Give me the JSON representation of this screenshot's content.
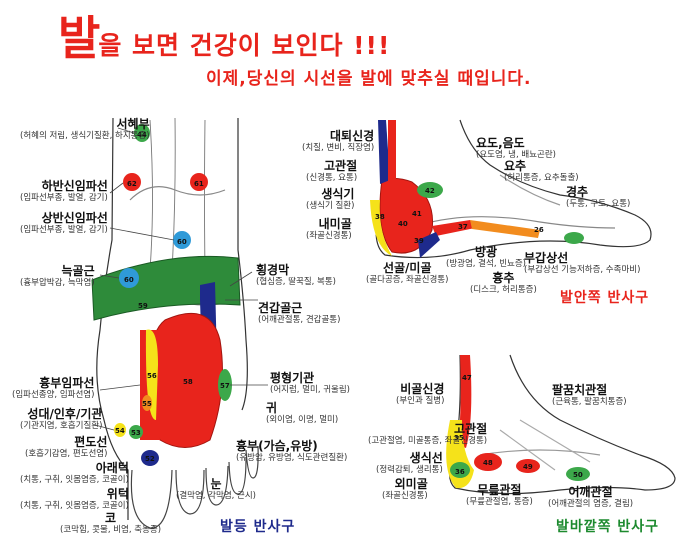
{
  "header": {
    "title_big": "발",
    "title_rest": "을 보면 건강이 보인다 !!!",
    "subtitle": "이제,당신의 시선을 발에 맞추실 때입니다."
  },
  "colors": {
    "red": "#e8241c",
    "green": "#2e8b3a",
    "navy": "#1e2a8c",
    "yellow": "#f5e21a",
    "blue": "#2f9ad8",
    "orange": "#f28c1e"
  },
  "sole": {
    "caption": "발등 반사구",
    "labels": [
      {
        "name": "서혜부",
        "desc": "(허혜의 저림, 생식기질환, 하지통증)"
      },
      {
        "name": "하반신임파선",
        "desc": "(임파선부종, 발열, 감기)"
      },
      {
        "name": "상반신임파선",
        "desc": "(임파선부종, 발열, 감기)"
      },
      {
        "name": "늑골근",
        "desc": "(흉부압박감, 늑막염)"
      },
      {
        "name": "흉부임파선",
        "desc": "(임파선종양, 임파선염)"
      },
      {
        "name": "성대/인후/기관",
        "desc": "(기관지염, 호흡기질환)"
      },
      {
        "name": "편도선",
        "desc": "(호흡기감염, 편도선염)"
      },
      {
        "name": "아래턱",
        "desc": "(치통, 구취, 잇몸염증, 코골이)"
      },
      {
        "name": "위턱",
        "desc": "(치통, 구취, 잇몸염증, 코골이)"
      },
      {
        "name": "코",
        "desc": "(코막힘, 콧물, 비염, 축농증)"
      },
      {
        "name": "눈",
        "desc": "(결막염, 각막염, 근시)"
      },
      {
        "name": "흉부(가슴,유방)",
        "desc": "(유방암, 유방염, 식도관련질환)"
      },
      {
        "name": "귀",
        "desc": "(외이염, 이명, 멀미)"
      },
      {
        "name": "평형기관",
        "desc": "(어지럼, 멀미, 귀울림)"
      },
      {
        "name": "견갑골근",
        "desc": "(어깨관절통, 견갑골통)"
      },
      {
        "name": "횡경막",
        "desc": "(협심증, 딸꾹질, 복통)"
      }
    ],
    "badges": [
      "44",
      "62",
      "61",
      "60",
      "60",
      "59",
      "56",
      "58",
      "55",
      "57",
      "54",
      "53",
      "52"
    ]
  },
  "inner": {
    "caption": "발안쪽 반사구",
    "labels": [
      {
        "name": "대퇴신경",
        "desc": "(치질, 변비, 직장염)"
      },
      {
        "name": "고관절",
        "desc": "(신경통, 요통)"
      },
      {
        "name": "생식기",
        "desc": "(생식기 질환)"
      },
      {
        "name": "내미골",
        "desc": "(좌골신경통)"
      },
      {
        "name": "선골/미골",
        "desc": "(골다공증, 좌골신경통)"
      },
      {
        "name": "방광",
        "desc": "(방광염, 결석, 빈뇨증)"
      },
      {
        "name": "흉추",
        "desc": "(디스크, 허리통증)"
      },
      {
        "name": "요도,음도",
        "desc": "(요도염, 냉, 배뇨곤란)"
      },
      {
        "name": "요추",
        "desc": "(허리통증, 요추돌출)"
      },
      {
        "name": "경추",
        "desc": "(두통, 구토, 요통)"
      },
      {
        "name": "부갑상선",
        "desc": "(부갑상선 기능저하증, 수족마비)"
      }
    ],
    "badges": [
      "42",
      "41",
      "38",
      "40",
      "37",
      "39",
      "26"
    ]
  },
  "outer": {
    "caption": "발바깥쪽 반사구",
    "labels": [
      {
        "name": "비골신경",
        "desc": "(부인과 질병)"
      },
      {
        "name": "고관절",
        "desc": "(고관절염, 미골통증, 좌골신경통)"
      },
      {
        "name": "생식선",
        "desc": "(정력감퇴, 생리통)"
      },
      {
        "name": "외미골",
        "desc": "(좌골신경통)"
      },
      {
        "name": "무릎관절",
        "desc": "(무릎관절염, 통증)"
      },
      {
        "name": "팔꿈치관절",
        "desc": "(근육통, 팔꿈치통증)"
      },
      {
        "name": "어깨관절",
        "desc": "(어깨관절의 염증, 결림)"
      }
    ],
    "badges": [
      "47",
      "35",
      "36",
      "48",
      "49",
      "50"
    ]
  }
}
